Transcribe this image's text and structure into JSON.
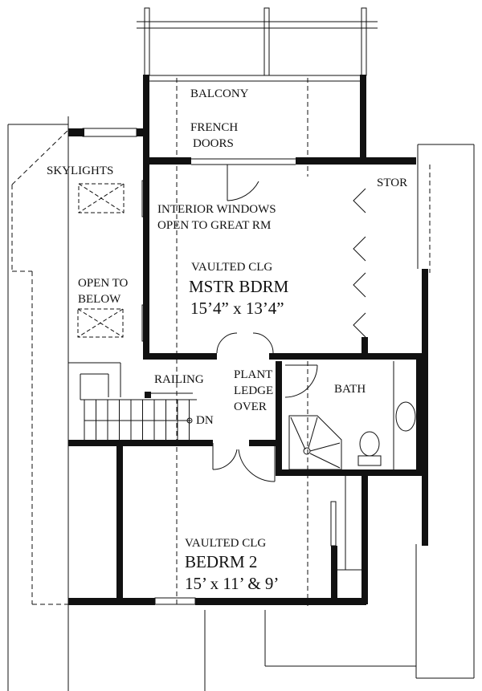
{
  "plan": {
    "type": "floor-plan",
    "level": "upper floor",
    "line_color": "#111111",
    "background": "#ffffff"
  },
  "labels": {
    "balcony": "BALCONY",
    "french_doors": [
      "FRENCH",
      "DOORS"
    ],
    "skylights": "SKYLIGHTS",
    "stor": "STOR",
    "interior_windows": [
      "INTERIOR WINDOWS",
      "OPEN TO GREAT RM"
    ],
    "open_to_below": [
      "OPEN TO",
      "BELOW"
    ],
    "master": {
      "note": "VAULTED CLG",
      "name": "MSTR BDRM",
      "size": "15’4” x 13’4”"
    },
    "railing": "RAILING",
    "plant_ledge": [
      "PLANT",
      "LEDGE",
      "OVER"
    ],
    "bath": "BATH",
    "dn": "DN",
    "bedroom2": {
      "note": "VAULTED CLG",
      "name": "BEDRM 2",
      "size": "15’ x 11’ & 9’"
    }
  }
}
